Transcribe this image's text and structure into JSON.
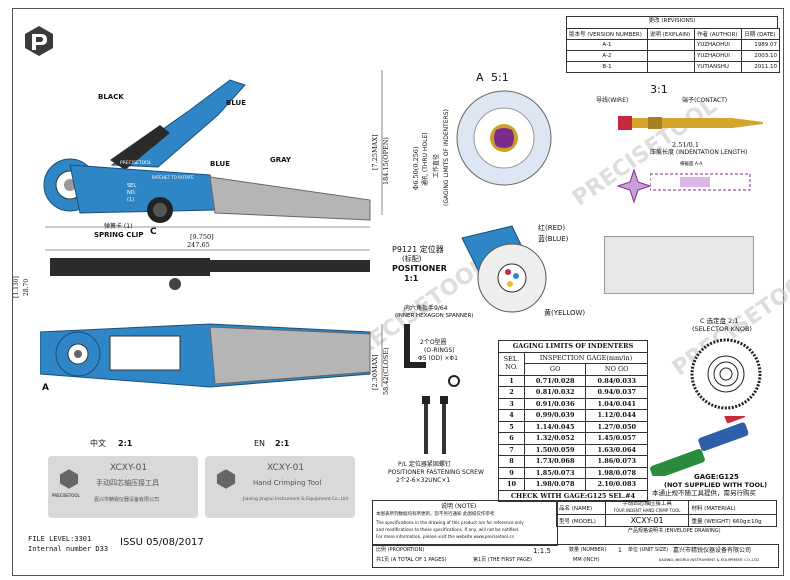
{
  "revision": {
    "title": "更改 (REVISIONS)",
    "headers": [
      "版本号 (VERSION NUMBER)",
      "说明 (EXPLAIN)",
      "作者 (AUTHOR)",
      "日期 (DATE)"
    ],
    "rows": [
      [
        "A-1",
        "",
        "YUZHAOHUI",
        "1989.07"
      ],
      [
        "A-2",
        "",
        "YUZHAOHUI",
        "2003.10"
      ],
      [
        "B-1",
        "",
        "YUTIANSHU",
        "2011.10"
      ]
    ]
  },
  "views": {
    "top_colors": [
      "BLACK",
      "BLUE",
      "BLUE",
      "GRAY"
    ],
    "brand_small": "PRECISETOOL",
    "ratchet_label": "RATCHET TO ROTATE",
    "sel_no": [
      "SEL",
      "NO.",
      "(1)"
    ],
    "spring_clip_cn": "弹簧卡 (1)",
    "spring_clip_en": "SPRING CLIP",
    "letter_c": "C",
    "letter_a": "A",
    "dim_width": "[9.750]",
    "dim_width_mm": "247.65",
    "dim_height": "[7.25MAX]",
    "dim_height_mm": "184.15(OPEN)",
    "dim_thick": "[1.130]",
    "dim_thick_mm": "28.70",
    "dim_side": "[2.30MAX]",
    "dim_side_mm": "58.42(CLOSE)",
    "cn_scale": "中文",
    "cn_ratio": "2:1",
    "en_scale": "EN",
    "en_ratio": "2:1"
  },
  "detail_a": {
    "title": "A",
    "ratio": "5:1",
    "hole": "Φ6.50(0.256)",
    "thru": "通孔 (THRU HOLE)",
    "gaging_cn": "工作直径",
    "gaging_en": "(GAGING LIMITS OF INDENTERS)"
  },
  "detail_31": {
    "ratio": "3:1",
    "wire": "导线(WIRE)",
    "contact": "端子(CONTACT)",
    "indent_len": "2.51/0.1",
    "indent_len_label": "压痕长度 (INDENTATION LENGTH)",
    "section": "横截面 A-A"
  },
  "positioner": {
    "model": "P9121 定位器",
    "std": "(标配)",
    "label": "POSITIONER",
    "ratio": "1:1",
    "red": "红(RED)",
    "blue": "蓝(BLUE)",
    "yellow": "黄(YELLOW)"
  },
  "spanner": {
    "cn": "内六角扳手9/64",
    "en": "(INNER HEXAGON SPANNER)",
    "oring_cn": "2个O型圈",
    "oring_en": "(O-RINGS)",
    "oring_dim": "Φ5 (OD) ×Φ1",
    "screw_cn": "P/L 定位器紧固螺钉",
    "screw_en": "POSITIONER FASTENING SCREW",
    "screw_spec": "2个2-6×32UNC×1"
  },
  "gaging_table": {
    "title": "GAGING LIMITS OF INDENTERS",
    "sel_header": "SEL.",
    "no_header": "NO.",
    "insp_header": "INSPECTION GAGE(mm/in)",
    "go_header": "GO",
    "nogo_header": "NO GO",
    "rows": [
      [
        "1",
        "0.71/0.028",
        "0.84/0.033"
      ],
      [
        "2",
        "0.81/0.032",
        "0.94/0.037"
      ],
      [
        "3",
        "0.91/0.036",
        "1.04/0.041"
      ],
      [
        "4",
        "0.99/0.039",
        "1.12/0.044"
      ],
      [
        "5",
        "1.14/0.045",
        "1.27/0.050"
      ],
      [
        "6",
        "1.32/0.052",
        "1.45/0.057"
      ],
      [
        "7",
        "1.50/0.059",
        "1.63/0.064"
      ],
      [
        "8",
        "1.73/0.068",
        "1.86/0.073"
      ],
      [
        "9",
        "1.85/0.073",
        "1.98/0.078"
      ],
      [
        "10",
        "1.98/0.078",
        "2.10/0.083"
      ]
    ],
    "footer": "CHECK WITH GAGE:G125 SEL.#4"
  },
  "knob": {
    "cn": "C 选定盘 2:1",
    "en": "(SELECTOR KNOB)"
  },
  "gage": {
    "name": "GAGE:G125",
    "note": "(NOT SUPPLIED WITH TOOL)",
    "note_cn": "本通止规不随工具提供，需另行购买"
  },
  "labels": [
    {
      "model": "XCXY-01",
      "name": "手动四芯轴压接工具",
      "company": "嘉兴市精锐仪器设备有限公司",
      "brand": "PRECISETOOL"
    },
    {
      "model": "XCXY-01",
      "name": "Hand Crimping Tool",
      "company": "Jiaxing Jingrui Instrument & Equipment Co.,Ltd",
      "brand": ""
    }
  ],
  "file_level": "FILE LEVEL:3301",
  "internal_number": "Internal number D33",
  "issu": "ISSU 05/08/2017",
  "note": {
    "title": "说明 (NOTE)",
    "cn": "本图表所列数据均有所更新，恕不另行通知 此图纸仅作参考",
    "en": [
      "The specifications in the drawing of this product are for reference only",
      "and modifications to these specifications. If any, will not be notified.",
      "For more information, please visit the website www.precisetool.cn"
    ]
  },
  "title_block": {
    "name_label": "品名 (NAME)",
    "name_cn": "手动四芯轴压接工具",
    "name_en": "FOUR INDENT HAND CRIMP TOOL",
    "model_label": "型号 (MODEL)",
    "model": "XCXY-01",
    "scale_label": "比例 (PROPORTION)",
    "scale": "1:1.5",
    "qty_label": "数量 (NUMBER)",
    "qty": "1",
    "unit_label": "单位 (UNIT SIZE)",
    "unit": "MM (INCH)",
    "sheet_total": "共1页 (A TOTAL OF 1 PAGES)",
    "sheet_no": "第1页 (THE FIRST PAGE)",
    "material_label": "材料 (MATERIAL)",
    "weight_label": "重量 (WEIGHT)",
    "weight": "660g±10g",
    "drawing_label": "产品规格说明书 (ENVELOPE DRAWING)",
    "company_cn": "嘉兴市精锐仪器设备有限公司",
    "company_en": "JIAXING JINGRUI INSTRUMENT & EQUIPMENT CO.,LTD"
  },
  "watermark": "PRECISETOOL",
  "colors": {
    "tool_blue": "#2f86c6",
    "gray": "#b5b5b5",
    "red": "#c8283c"
  }
}
